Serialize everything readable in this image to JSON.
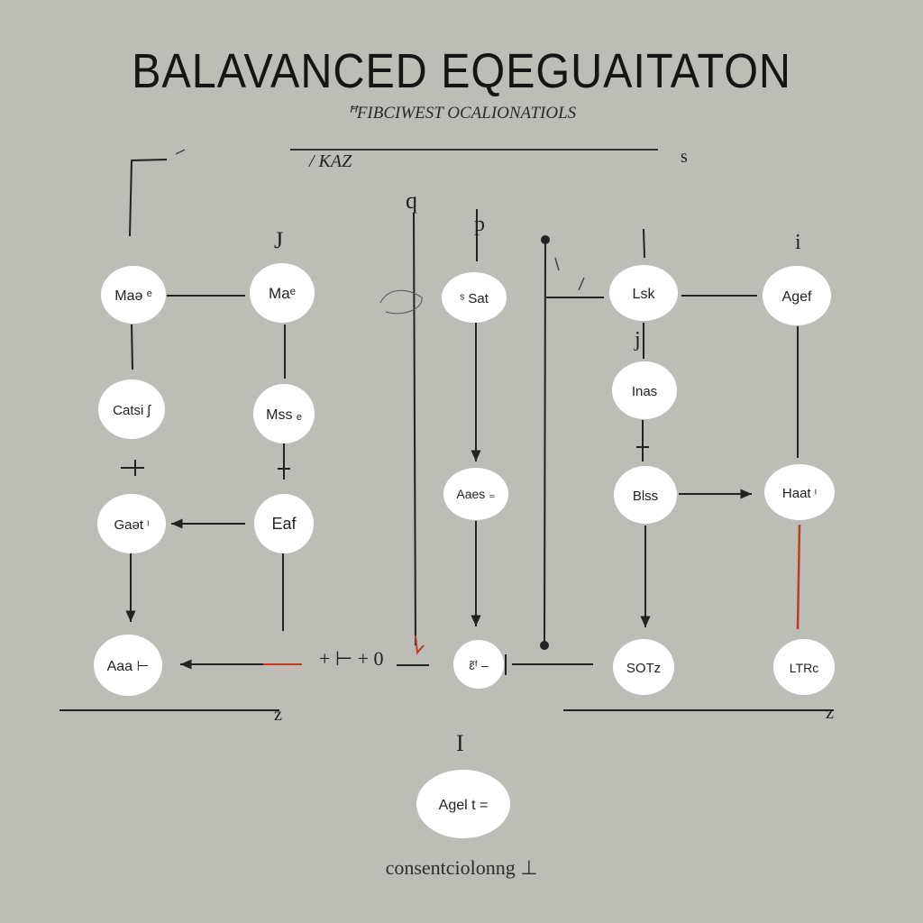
{
  "title": "BALAVANCED EQEGUAITATON",
  "subtitle": "ꟸFIBCIWEST OCALIONATIOLS",
  "footer": "consentciolonng ⊥",
  "marks": [
    {
      "id": "mark-kaz",
      "text": "/ KAZ"
    },
    {
      "id": "mark-s-right",
      "text": "s"
    },
    {
      "id": "mark-j-top",
      "text": "J"
    },
    {
      "id": "mark-q-top",
      "text": "q"
    },
    {
      "id": "mark-p-top",
      "text": "p"
    },
    {
      "id": "mark-i-right",
      "text": "i"
    },
    {
      "id": "mark-j-right",
      "text": "j"
    },
    {
      "id": "mark-plus-minus-zero",
      "text": "+ ⊢ + 0"
    },
    {
      "id": "mark-z-bottom-left",
      "text": "z"
    },
    {
      "id": "mark-z-bottom-right",
      "text": "z"
    },
    {
      "id": "mark-i-bottom",
      "text": "I"
    }
  ],
  "nodes": [
    {
      "id": "node-mas",
      "label": "Maə ᵉ"
    },
    {
      "id": "node-mao",
      "label": "Maᵉ"
    },
    {
      "id": "node-cat",
      "label": "Catsi ʃ"
    },
    {
      "id": "node-mss",
      "label": "Mss ₑ"
    },
    {
      "id": "node-gaet",
      "label": "Gaət ᶦ"
    },
    {
      "id": "node-eaf",
      "label": "Eaf"
    },
    {
      "id": "node-aaa",
      "label": "Aaa ⊢"
    },
    {
      "id": "node-set",
      "label": "ˢ Sat"
    },
    {
      "id": "node-ages-mid",
      "label": "Aaes ₌"
    },
    {
      "id": "node-kf",
      "label": "ɛ̃ᶠ –"
    },
    {
      "id": "node-lsk",
      "label": "Lsk"
    },
    {
      "id": "node-lnas",
      "label": "Inas"
    },
    {
      "id": "node-blss",
      "label": "Blss"
    },
    {
      "id": "node-sotz",
      "label": "SOTz"
    },
    {
      "id": "node-agef",
      "label": "Agef"
    },
    {
      "id": "node-haat",
      "label": "Haat ᶦ"
    },
    {
      "id": "node-ltrc",
      "label": "LTRc"
    },
    {
      "id": "node-agel-bottom",
      "label": "Agel t ="
    }
  ]
}
